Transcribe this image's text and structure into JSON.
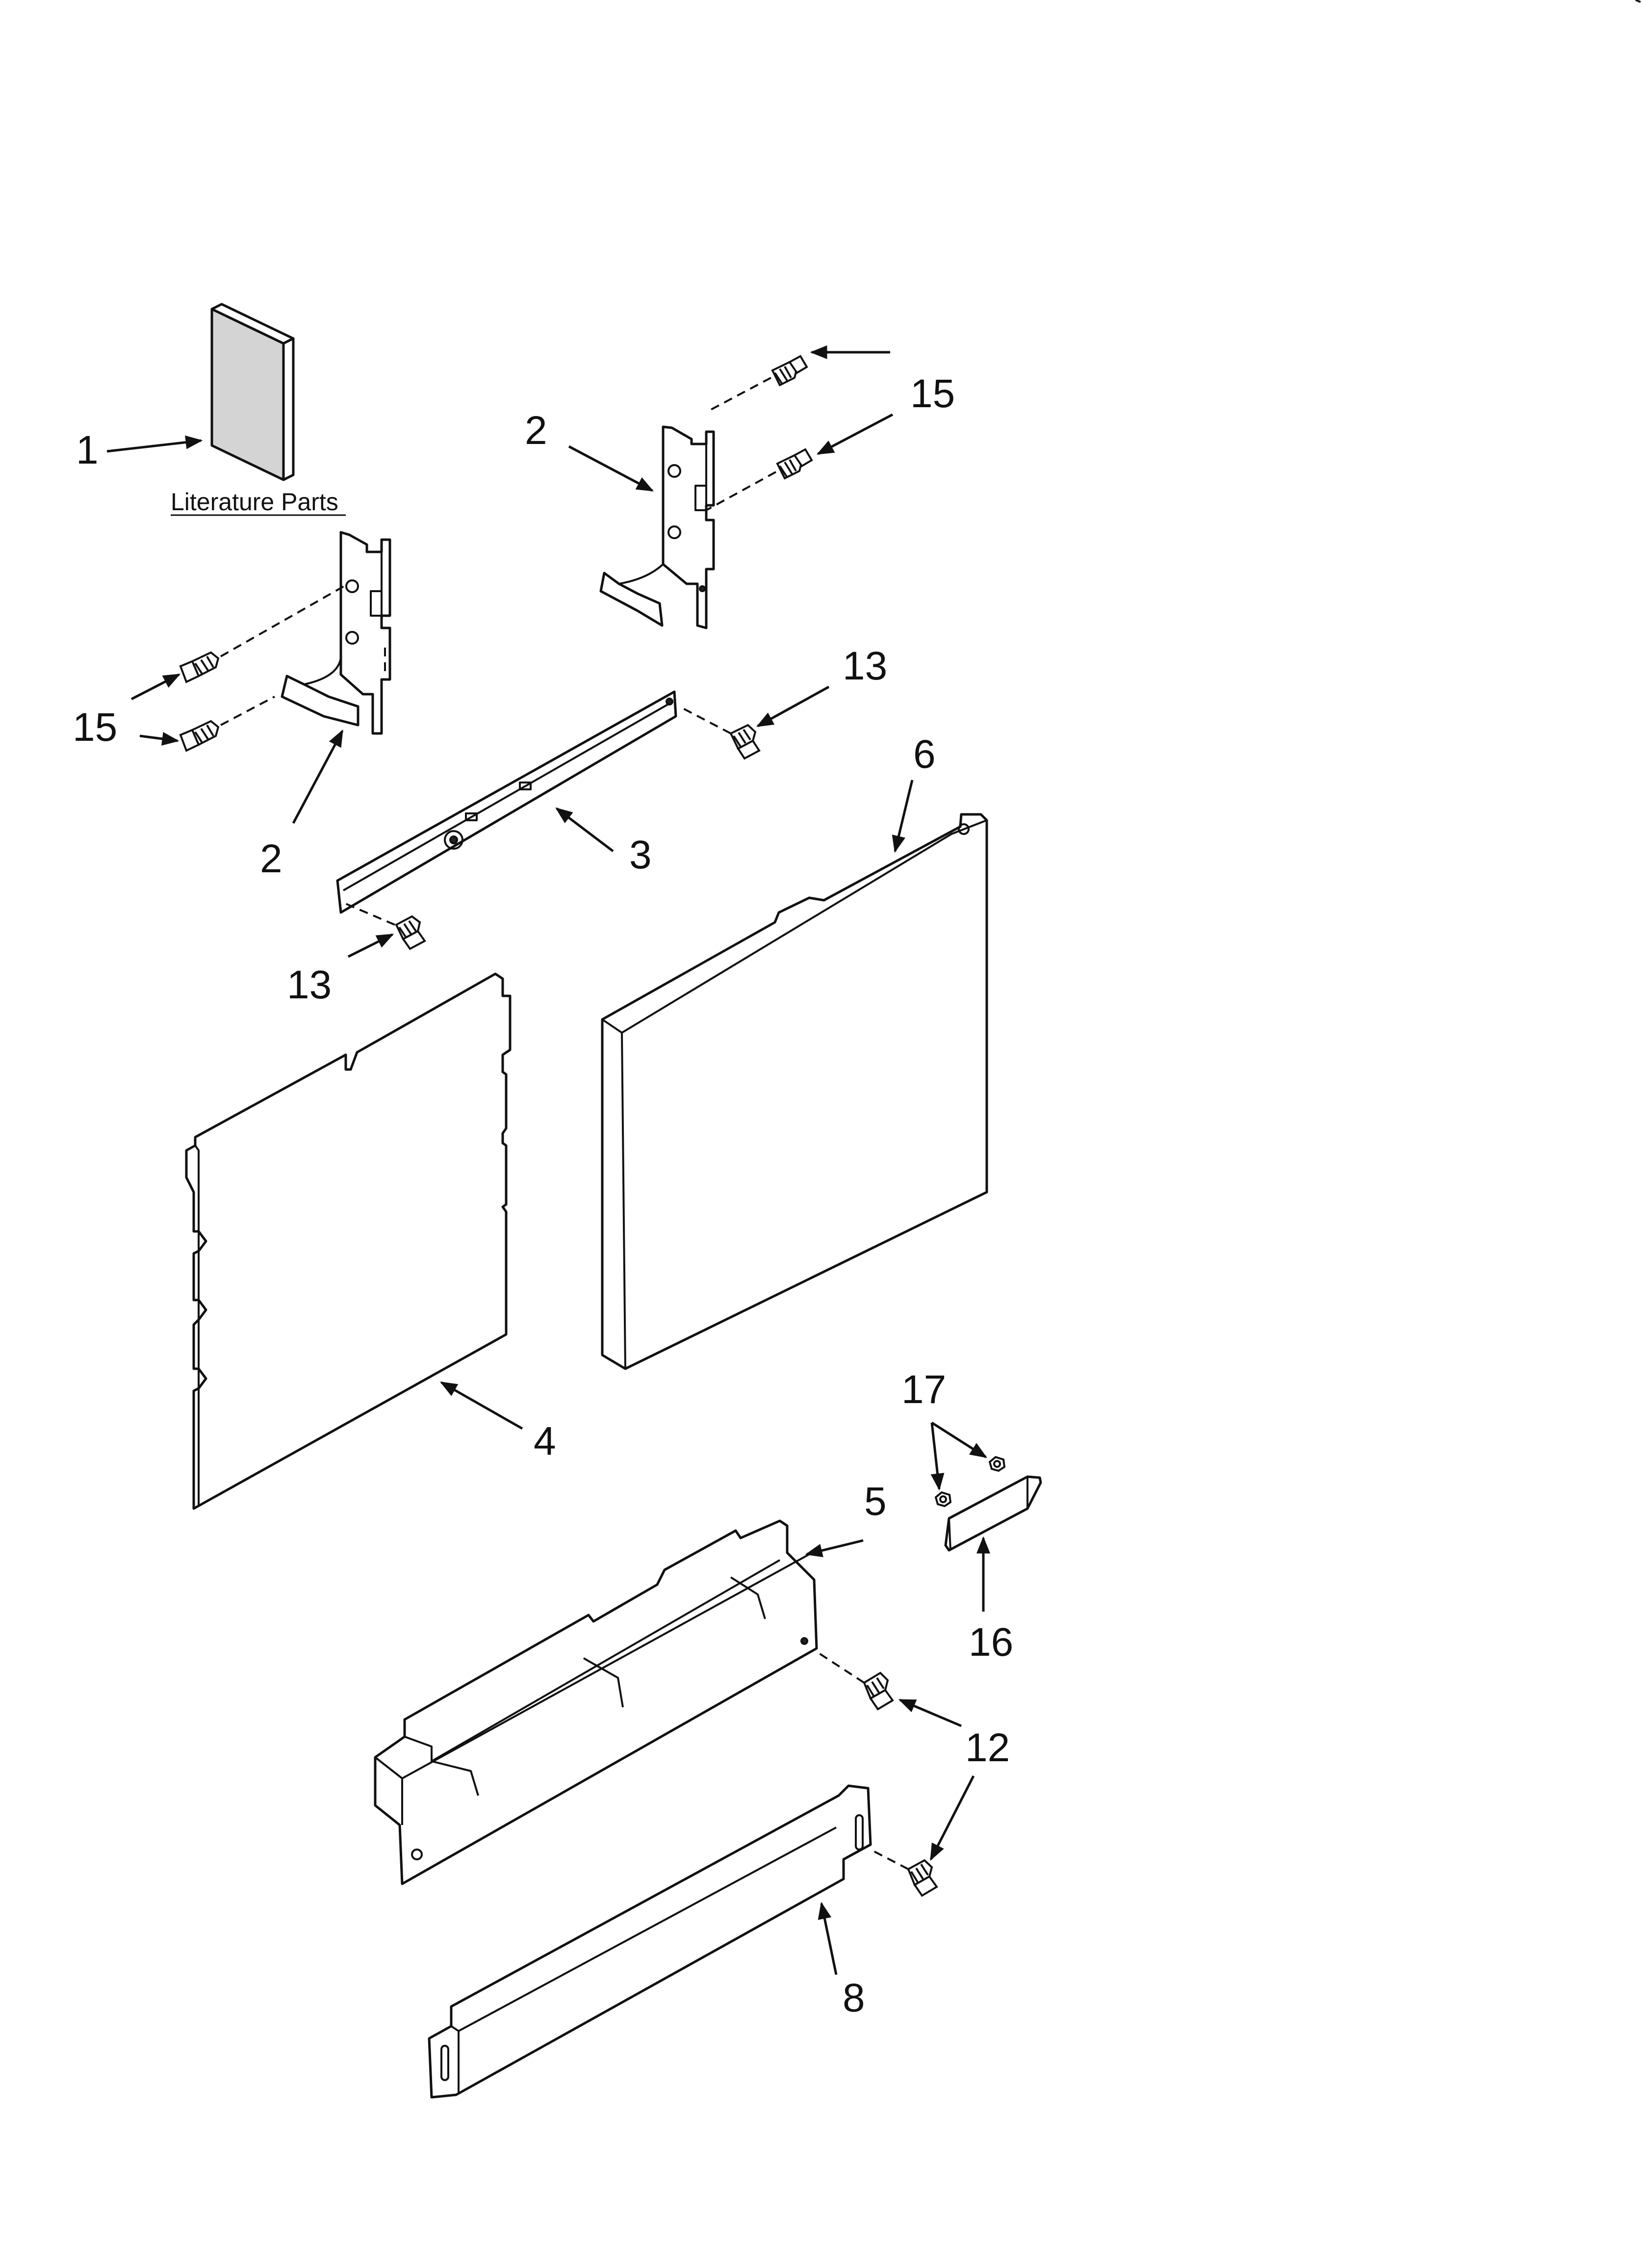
{
  "diagram": {
    "caption": "Literature Parts",
    "callouts": {
      "literature": "1",
      "bracket_upper": "2",
      "bracket_lower": "2",
      "rail": "3",
      "side_panel": "4",
      "toe_frame": "5",
      "door_panel": "6",
      "kick_plate": "8",
      "screw_12": "12",
      "screw_13_upper": "13",
      "screw_13_lower": "13",
      "screw_15_upper": "15",
      "screw_15_lower": "15",
      "handle": "16",
      "nuts_17": "17"
    }
  }
}
